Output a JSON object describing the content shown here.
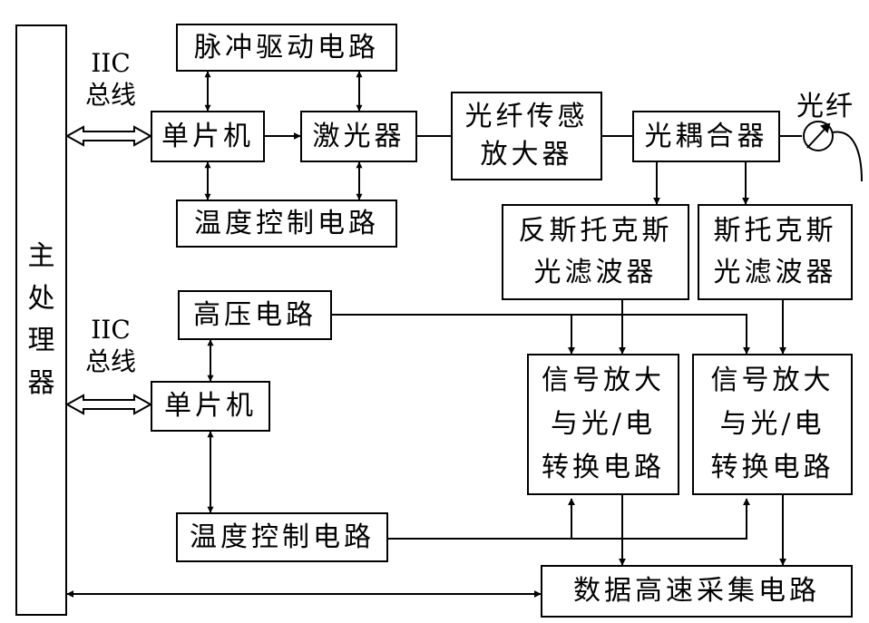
{
  "processor": {
    "label": [
      "主",
      "处",
      "理",
      "器"
    ]
  },
  "top": {
    "bus": {
      "line1": "IIC",
      "line2": "总线"
    },
    "mcu": "单片机",
    "pulse_driver": "脉冲驱动电路",
    "laser": "激光器",
    "temp_control": "温度控制电路",
    "amplifier": "光纤传感\n放大器",
    "coupler": "光耦合器",
    "fiber": "光纤",
    "anti_stokes_filter": "反斯托克斯\n光滤波器",
    "stokes_filter": "斯托克斯\n光滤波器"
  },
  "bottom": {
    "bus": {
      "line1": "IIC",
      "line2": "总线"
    },
    "high_voltage": "高压电路",
    "mcu": "单片机",
    "temp_control": "温度控制电路",
    "converter_1": "信号放大\n与光/电\n转换电路",
    "converter_2": "信号放大\n与光/电\n转换电路",
    "acquisition": "数据高速采集电路"
  }
}
